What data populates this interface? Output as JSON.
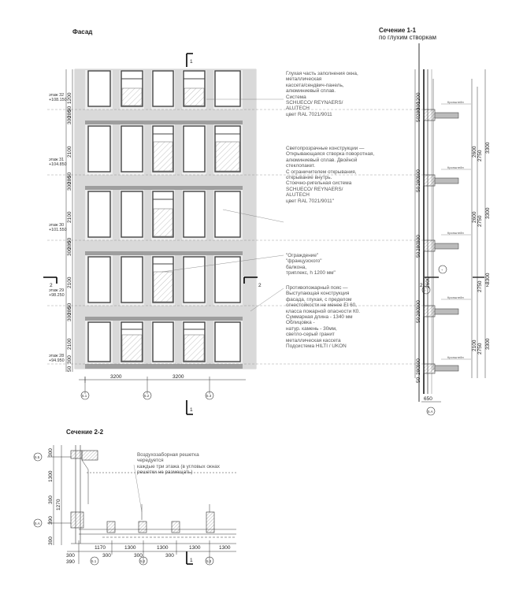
{
  "titles": {
    "facade": "Фасад",
    "section11": "Сечение 1-1",
    "section11_sub": "по глухим створкам",
    "section22": "Сечение 2-2"
  },
  "levels": [
    {
      "name": "этаж 32",
      "mark": "+108.150"
    },
    {
      "name": "этаж 31",
      "mark": "+104.850"
    },
    {
      "name": "этаж 30",
      "mark": "+101.550"
    },
    {
      "name": "этаж 29",
      "mark": "+98.250"
    },
    {
      "name": "этаж 28",
      "mark": "+94.950"
    }
  ],
  "notes": {
    "note1": "Глухая часть заполнения окна,\nметаллическая\nкассета/сендвич-панель,\nалюминиевый сплав.\nСистема\nSCHUECO/ REYNAERS/\nALUTECH\nцвет RAL 7021/9011",
    "note2": "Светопрозрачные конструкции —\nОткрывающаяся створка поворотная,\nалюминиевый сплав. Двойной\nстеклопакет.\nС ограничителем открывания,\nоткрывание внутрь.\nСтоечно-ригельная система\nSCHUECO/ REYNAERS/\nALUTECH\nцвет RAL 7021/9011\"",
    "note3": "\"Ограждение\"\n\"французского\"\nбалкона,\nтриплекс, h 1200 мм\"",
    "note4": "Противопожарный пояс —\nВыступающая конструкция\nфасада, глухая, с пределом\nогнестойкости не менее EI 60,\nкласса пожарной опасности К0.\nСуммарная длина - 1340 мм\nОблицовка -\nнатур. камень - 30мм,\nсветло-серый гранит\nметаллическая кассета\nПодсистема HILTI / UKON",
    "note5": "Воздухозаборная решетка\nчередуется\nкаждые три этажа (в угловых окнах\nрешетки не размещать)"
  },
  "facade_dims": {
    "left": [
      "1200",
      "50",
      "280",
      "300",
      "2100",
      "50",
      "280",
      "300",
      "2100",
      "50",
      "280",
      "300",
      "2100",
      "50",
      "280",
      "300",
      "2100",
      "300",
      "50"
    ],
    "bottom": [
      "3200",
      "3200"
    ],
    "axes": [
      "5.1",
      "5.2",
      "5.3"
    ]
  },
  "section11": {
    "dims_a": [
      "1200",
      "300",
      "280",
      "50",
      "2600",
      "300",
      "280",
      "50",
      "2600",
      "300",
      "280",
      "50",
      "2600",
      "300",
      "280",
      "50",
      "2100",
      "300",
      "280",
      "50"
    ],
    "dims_b": [
      "2750",
      "2750",
      "2750",
      "2750"
    ],
    "dims_c": [
      "3300",
      "3300",
      "3300",
      "3300"
    ],
    "bottom": "650",
    "axis": "5.A",
    "bracket_label": "Кронштейн"
  },
  "section22": {
    "left": [
      "300",
      "1300",
      "1270",
      "300",
      "390",
      "300"
    ],
    "bottom_a": [
      "1170",
      "1300",
      "1300",
      "1300",
      "1300"
    ],
    "bottom_b": [
      "300",
      "390",
      "300",
      "300",
      "300"
    ],
    "axes": [
      "5.5",
      "5.A",
      "5.1",
      "5.2",
      "5.3"
    ]
  },
  "cut_marks": {
    "one": "1",
    "two": "2"
  },
  "colors": {
    "grid": "#d9d9d9",
    "band": "#b3b3b3",
    "glass_frame": "#555555",
    "line": "#333333"
  }
}
